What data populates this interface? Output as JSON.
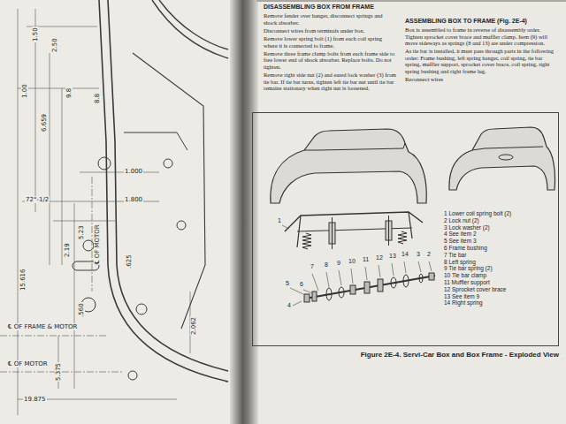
{
  "diagram": {
    "nodes": [
      {
        "text": [
          "Figure 2E-4. Servi-Car Box and Box Frame - Exploded View"
        ]
      }
    ],
    "labels": [
      "DISASSEMBLING BOX FROM FRAME",
      "Remove fender over hanger, disconnect springs and shock absorber.",
      "Disconnect wires from terminals under box.",
      "Remove lower spring bolt (1) from each coil spring where it is connected to frame.",
      "Remove three frame clamp bolts from each frame side to free lower end of shock absorber. Replace bolts. Do not tighten.",
      "Remove right side nut (2) and eared lock washer (3) from tie bar. If tie bar turns, tighten left tie bar nut until tie bar remains stationary when right nut is loosened.",
      "ASSEMBLING BOX TO FRAME (Fig. 2E-4)",
      "Box is assembled to frame in reverse of disassembly order. Tighten sprocket cover brace and muffler clamp. Item (9) will move sideways as springs (8 and 13) are under compression.",
      "As tie bar is installed, it must pass through parts in the following order: Frame bushing, left spring hanger, coil spring, tie bar spring, muffler support, sprocket cover brace, coil spring, right spring bushing and right frame lug.",
      "Reconnect wires",
      "1 Lower coil spring bolt (2)",
      "2 Lock nut (2)",
      "3 Lock washer (2)",
      "4 See item 2",
      "5 See item 3",
      "6 Frame bushing",
      "7 Tie bar",
      "8 Left spring",
      "9 Tie bar spring (2)",
      "10 Tie bar clamp",
      "11 Muffler support",
      "12 Sprocket cover brace",
      "13 See item 9",
      "14 Right spring",
      "1",
      "7",
      "8",
      "9",
      "10",
      "11",
      "12",
      "13",
      "14",
      "3",
      "2",
      "5",
      "6",
      "4",
      "1.50",
      "2.50",
      "6.659",
      "9.8",
      "8.8",
      "1.00",
      "72°-1/2",
      "1.000",
      "1.800",
      "2.19",
      "5.23",
      ".625",
      "℄ OF MOTOR",
      "15.616",
      "℄ OF FRAME & MOTOR",
      ".560",
      "5.375",
      "℄ OF MOTOR",
      "19.875",
      "2.062"
    ]
  }
}
